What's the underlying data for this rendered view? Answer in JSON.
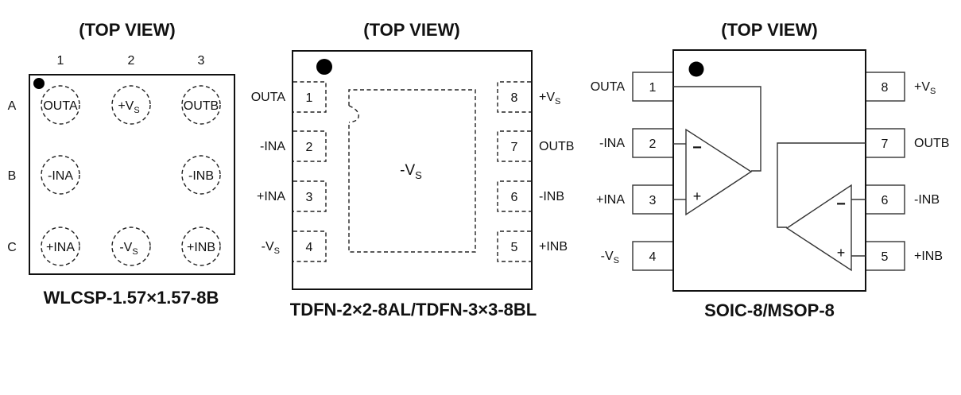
{
  "packages": [
    {
      "title": "(TOP VIEW)",
      "caption": "WLCSP-1.57×1.57-8B",
      "columns": [
        "1",
        "2",
        "3"
      ],
      "rows": [
        "A",
        "B",
        "C"
      ],
      "balls": [
        {
          "pos": "A1",
          "name": "OUTA",
          "sub": ""
        },
        {
          "pos": "A2",
          "name": "+V",
          "sub": "S"
        },
        {
          "pos": "A3",
          "name": "OUTB",
          "sub": ""
        },
        {
          "pos": "B1",
          "name": "-INA",
          "sub": ""
        },
        {
          "pos": "B3",
          "name": "-INB",
          "sub": ""
        },
        {
          "pos": "C1",
          "name": "+INA",
          "sub": ""
        },
        {
          "pos": "C2",
          "name": "-V",
          "sub": "S"
        },
        {
          "pos": "C3",
          "name": "+INB",
          "sub": ""
        }
      ]
    },
    {
      "title": "(TOP VIEW)",
      "caption": "TDFN-2×2-8AL/TDFN-3×3-8BL",
      "exposed_pad": {
        "name": "-V",
        "sub": "S"
      },
      "pins": [
        {
          "num": "1",
          "name": "OUTA",
          "sub": ""
        },
        {
          "num": "2",
          "name": "-INA",
          "sub": ""
        },
        {
          "num": "3",
          "name": "+INA",
          "sub": ""
        },
        {
          "num": "4",
          "name": "-V",
          "sub": "S"
        },
        {
          "num": "5",
          "name": "+INB",
          "sub": ""
        },
        {
          "num": "6",
          "name": "-INB",
          "sub": ""
        },
        {
          "num": "7",
          "name": "OUTB",
          "sub": ""
        },
        {
          "num": "8",
          "name": "+V",
          "sub": "S"
        }
      ]
    },
    {
      "title": "(TOP VIEW)",
      "caption": "SOIC-8/MSOP-8",
      "opamp_symbols": {
        "minus": "−",
        "plus": "+"
      },
      "pins": [
        {
          "num": "1",
          "name": "OUTA",
          "sub": ""
        },
        {
          "num": "2",
          "name": "-INA",
          "sub": ""
        },
        {
          "num": "3",
          "name": "+INA",
          "sub": ""
        },
        {
          "num": "4",
          "name": "-V",
          "sub": "S"
        },
        {
          "num": "5",
          "name": "+INB",
          "sub": ""
        },
        {
          "num": "6",
          "name": "-INB",
          "sub": ""
        },
        {
          "num": "7",
          "name": "OUTB",
          "sub": ""
        },
        {
          "num": "8",
          "name": "+V",
          "sub": "S"
        }
      ]
    }
  ]
}
